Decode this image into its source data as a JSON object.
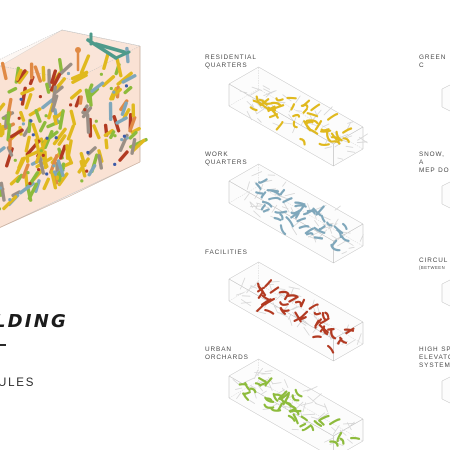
{
  "diagram": {
    "title_fragment": "LDING",
    "subtitle_fragment": "ULES",
    "colors": {
      "yellow": "#e0b91e",
      "blue": "#7fa7bb",
      "red": "#b23a22",
      "green": "#8dbb3c",
      "teal": "#4e9a8b",
      "orange": "#e08a45",
      "box_edge": "#bdbdbd",
      "hero_face": "#f6cbb0"
    },
    "modules_left": [
      {
        "id": "residential",
        "label": "RESIDENTIAL\nQUARTERS",
        "sublabel": "",
        "tube_color": "#e0b91e"
      },
      {
        "id": "work",
        "label": "WORK\nQUARTERS",
        "sublabel": "",
        "tube_color": "#7fa7bb"
      },
      {
        "id": "facilities",
        "label": "FACILITIES",
        "sublabel": "",
        "tube_color": "#b23a22"
      },
      {
        "id": "orchards",
        "label": "URBAN\nORCHARDS",
        "sublabel": "",
        "tube_color": "#8dbb3c"
      }
    ],
    "modules_right": [
      {
        "id": "green",
        "label": "GREEN C",
        "sublabel": ""
      },
      {
        "id": "snow",
        "label": "SNOW, A\nMEP DO",
        "sublabel": ""
      },
      {
        "id": "circulation",
        "label": "CIRCUL",
        "sublabel": "(BETWEEN"
      },
      {
        "id": "elevator",
        "label": "HIGH SP\nELEVATO\nSYSTEM",
        "sublabel": ""
      }
    ]
  }
}
